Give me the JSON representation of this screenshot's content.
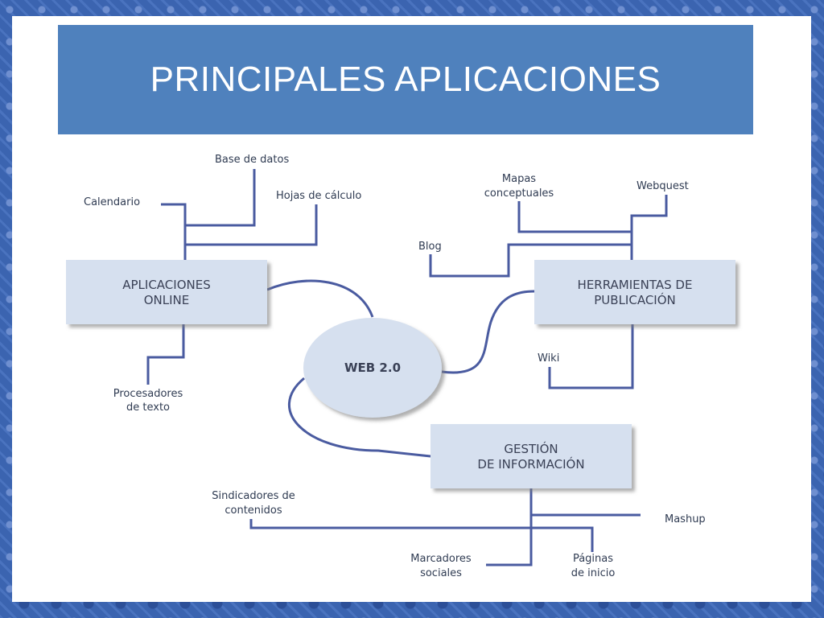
{
  "slide": {
    "title": "PRINCIPALES APLICACIONES"
  },
  "diagram": {
    "center": "WEB 2.0",
    "groups": {
      "online": {
        "line1": "APLICACIONES",
        "line2": "ONLINE",
        "items": {
          "calendario": "Calendario",
          "base_datos": "Base de datos",
          "hojas_calculo": "Hojas de cálculo",
          "procesadores_1": "Procesadores",
          "procesadores_2": "de texto"
        }
      },
      "publicacion": {
        "line1": "HERRAMIENTAS DE",
        "line2": "PUBLICACIÓN",
        "items": {
          "mapas_1": "Mapas",
          "mapas_2": "conceptuales",
          "webquest": "Webquest",
          "blog": "Blog",
          "wiki": "Wiki"
        }
      },
      "gestion": {
        "line1": "GESTIÓN",
        "line2": "DE INFORMACIÓN",
        "items": {
          "sindicadores_1": "Sindicadores de",
          "sindicadores_2": "contenidos",
          "mashup": "Mashup",
          "marcadores_1": "Marcadores",
          "marcadores_2": "sociales",
          "paginas_1": "Páginas",
          "paginas_2": "de inicio"
        }
      }
    },
    "colors": {
      "title_bar": "#4f81bd",
      "box_fill": "#d6e0ef",
      "connector": "#4a5ba0"
    }
  }
}
